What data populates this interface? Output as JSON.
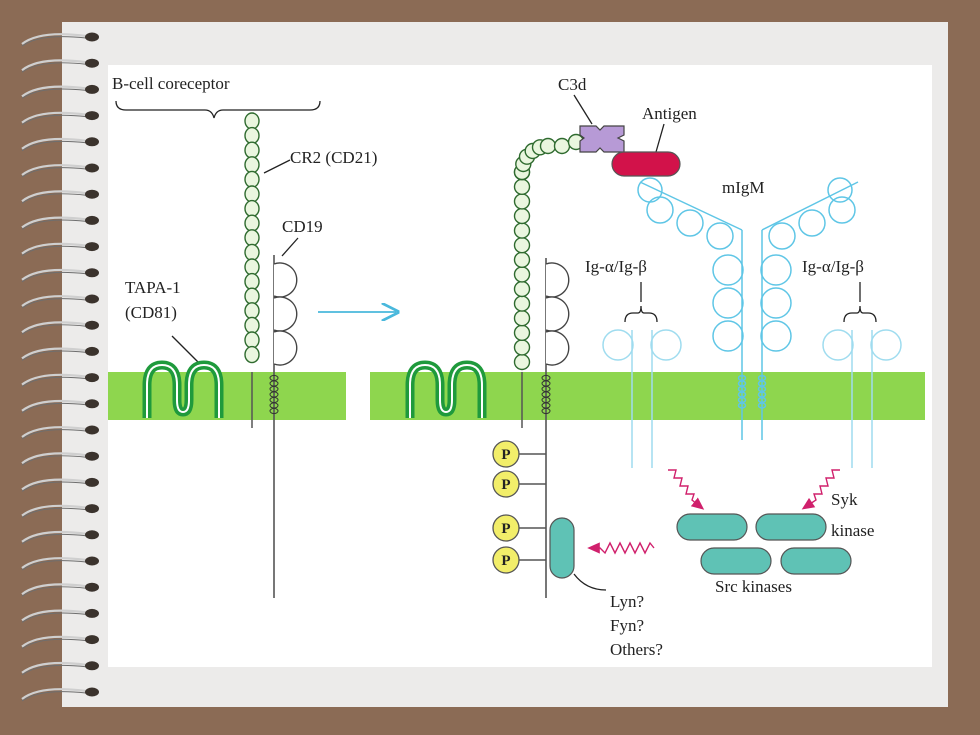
{
  "colors": {
    "background": "#8b6b55",
    "paper": "#ecebea",
    "membrane": "#8ed64e",
    "tapa": "#1f9a3c",
    "cr2_bead": "#eaf6df",
    "c3d": "#b79ad6",
    "antigen": "#d2124a",
    "igm": "#5fc6e6",
    "phospho": "#f2ee6a",
    "kinase": "#5fc2b5",
    "squiggle": "#d0206c",
    "arrow": "#49b8dc"
  },
  "icons": [
    "spiral-binding-icon",
    "transition-arrow-icon",
    "squiggle-arrow-icon"
  ],
  "labels": {
    "bcell_coreceptor": "B-cell coreceptor",
    "cr2": "CR2 (CD21)",
    "cd19": "CD19",
    "tapa1_line1": "TAPA-1",
    "tapa1_line2": "(CD81)",
    "c3d": "C3d",
    "antigen": "Antigen",
    "migm": "mIgM",
    "ig_ab_left": "Ig-α/Ig-β",
    "ig_ab_right": "Ig-α/Ig-β",
    "phospho": "P",
    "syk_line1": "Syk",
    "syk_line2": "kinase",
    "src": "Src kinases",
    "lyn": "Lyn?",
    "fyn": "Fyn?",
    "others": "Others?"
  }
}
